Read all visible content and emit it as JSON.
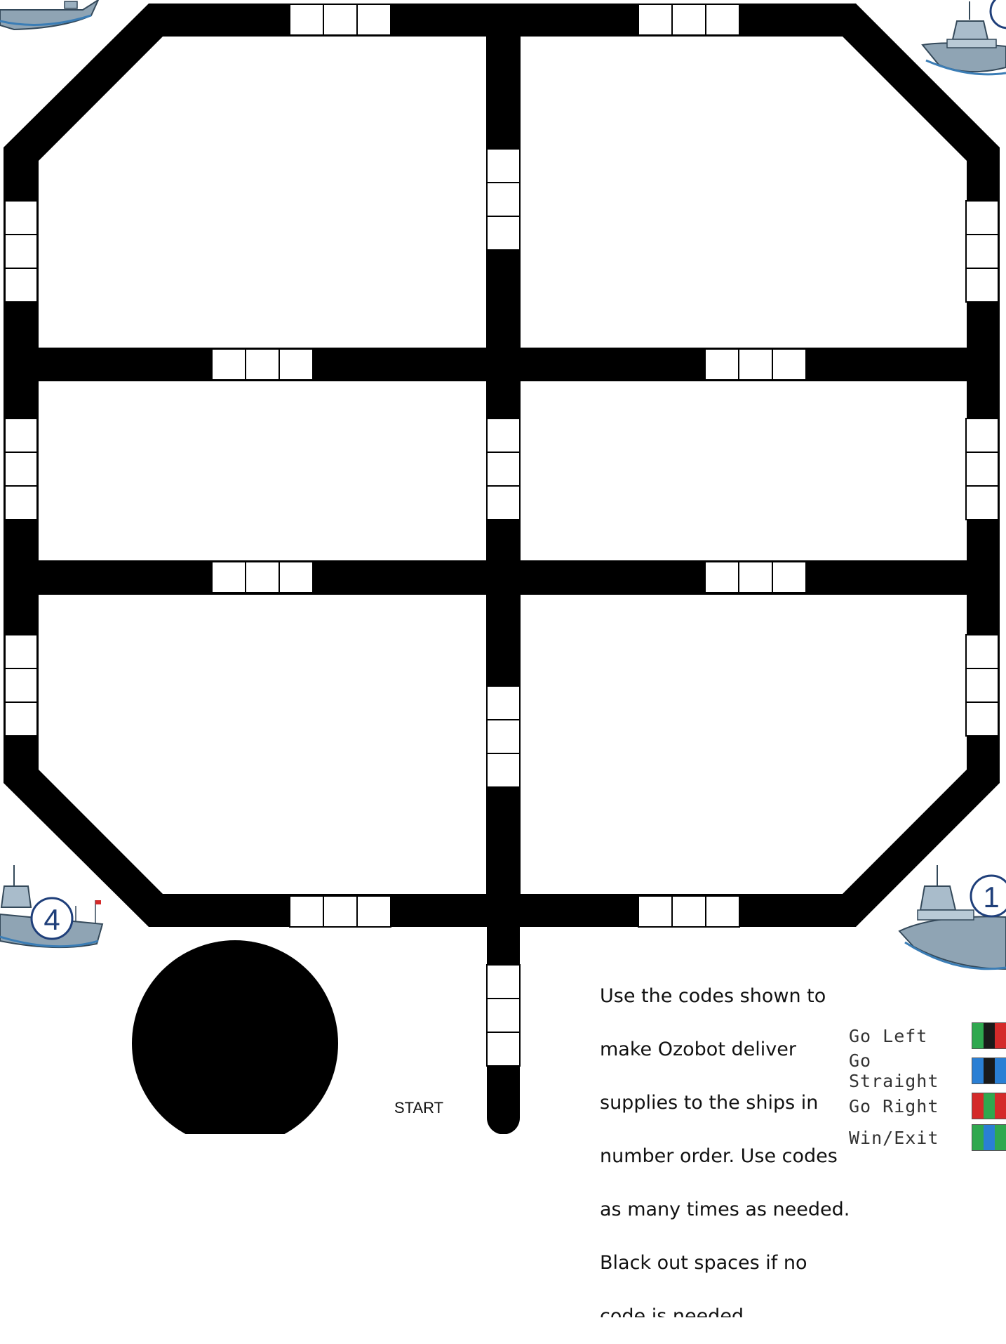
{
  "board": {
    "start_label": "START",
    "instructions": "Use the codes shown to make Ozobot deliver supplies to the ships in number order. Use codes as many times as needed. Black out spaces if no code is needed.",
    "instructions_lines": [
      "Use the codes shown to",
      "make Ozobot deliver",
      "supplies to the ships in",
      "number order. Use codes",
      "as many times as needed.",
      "Black out spaces if no",
      "code is needed."
    ]
  },
  "ships": [
    {
      "number": "",
      "icon": "battleship-icon"
    },
    {
      "number": "",
      "icon": "battleship-icon"
    },
    {
      "number": "4",
      "icon": "battleship-icon"
    },
    {
      "number": "1",
      "icon": "battleship-icon"
    }
  ],
  "legend": [
    {
      "label": "Go Left",
      "colors": [
        "#2fa84f",
        "#1a1a1a",
        "#d42a2a"
      ]
    },
    {
      "label": "Go Straight",
      "colors": [
        "#2a7fd4",
        "#1a1a1a",
        "#2a7fd4"
      ]
    },
    {
      "label": "Go Right",
      "colors": [
        "#d42a2a",
        "#2fa84f",
        "#d42a2a"
      ]
    },
    {
      "label": "Win/Exit",
      "colors": [
        "#2fa84f",
        "#2a7fd4",
        "#2fa84f"
      ]
    }
  ],
  "colors": {
    "track": "#000000",
    "code_slot": "#ffffff",
    "ship_number": "#1f3f7a"
  }
}
